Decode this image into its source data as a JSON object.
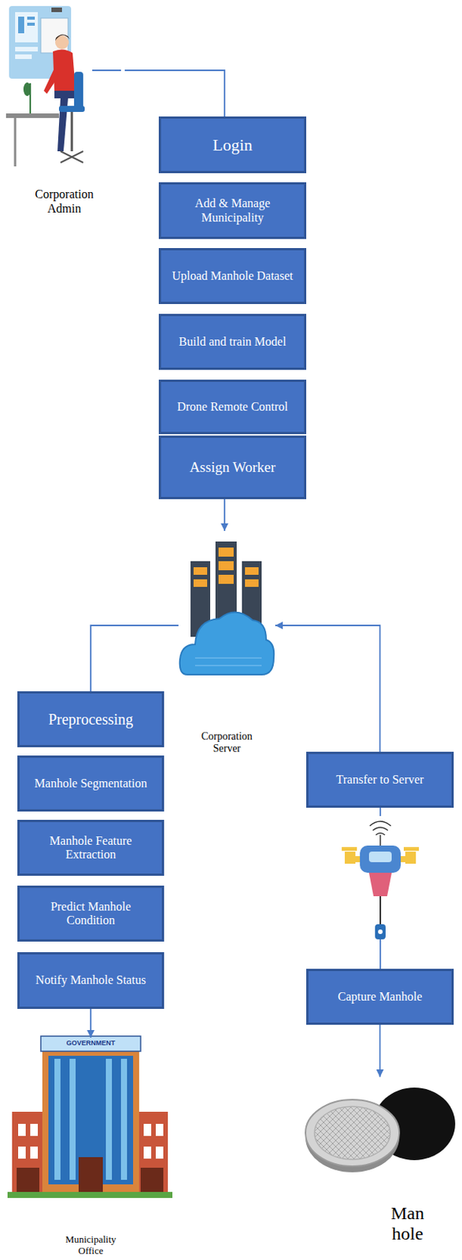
{
  "diagram": {
    "nodes": [
      {
        "text": [
          "Corporation Admin"
        ]
      },
      {
        "text": [
          "Login"
        ]
      },
      {
        "text": [
          "Add & Manage Municipality"
        ]
      },
      {
        "text": [
          "Upload Manhole Dataset"
        ]
      },
      {
        "text": [
          "Build and train Model"
        ]
      },
      {
        "text": [
          "Drone Remote Control"
        ]
      },
      {
        "text": [
          "Assign Worker"
        ]
      },
      {
        "text": [
          "Corporation Server"
        ]
      },
      {
        "text": [
          "Preprocessing"
        ]
      },
      {
        "text": [
          "Manhole Segmentation"
        ]
      },
      {
        "text": [
          "Manhole Feature Extraction"
        ]
      },
      {
        "text": [
          "Predict Manhole Condition"
        ]
      },
      {
        "text": [
          "Notify Manhole Status"
        ]
      },
      {
        "text": [
          "Municipality Office"
        ]
      },
      {
        "text": [
          "Transfer to Server"
        ]
      },
      {
        "text": [
          "Capture Manhole"
        ]
      },
      {
        "text": [
          "Man hole"
        ]
      }
    ],
    "edges": [
      {
        "from": 0,
        "to": 1,
        "arrow": "none"
      },
      {
        "from": 6,
        "to": 7,
        "arrow": "to"
      },
      {
        "from": 7,
        "to": 8,
        "arrow": "none"
      },
      {
        "from": 12,
        "to": 13,
        "arrow": "to"
      },
      {
        "from": 14,
        "to": 7,
        "arrow": "to"
      },
      {
        "from": 15,
        "to": 16,
        "arrow": "to"
      }
    ],
    "labels": [
      "GOVERNMENT"
    ]
  }
}
